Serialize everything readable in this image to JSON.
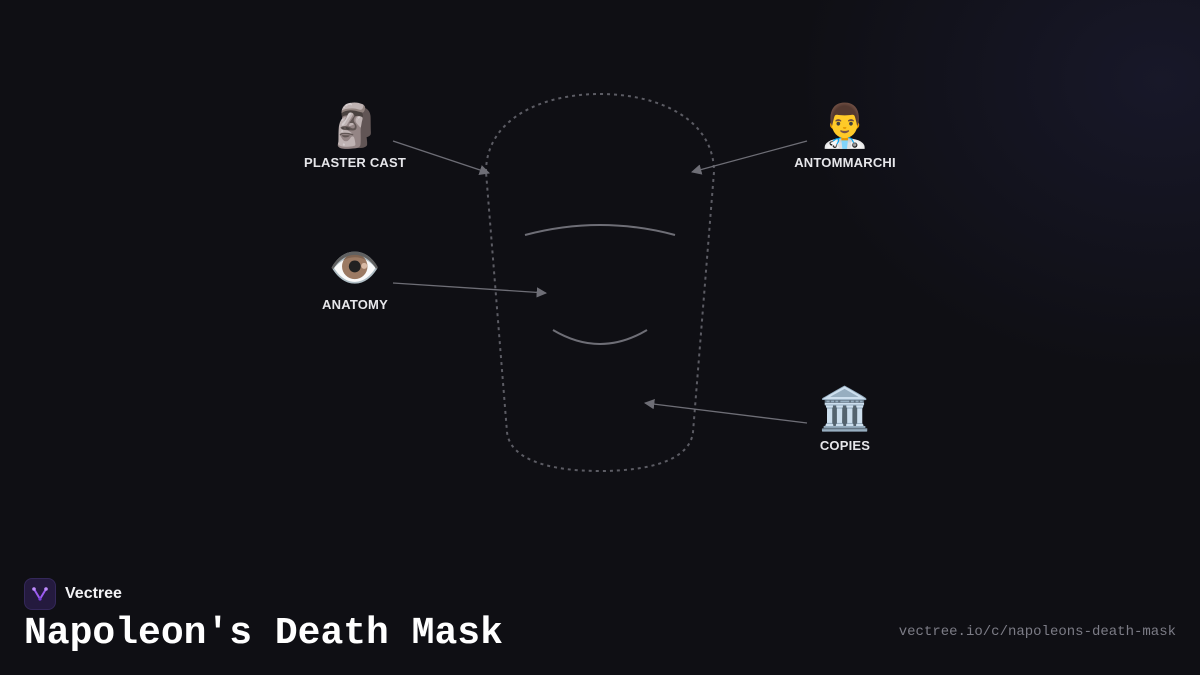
{
  "diagram": {
    "nodes": [
      {
        "id": "plaster-cast",
        "label": "PLASTER CAST",
        "emoji": "🗿",
        "icon": "moai-icon"
      },
      {
        "id": "antommarchi",
        "label": "ANTOMMARCHI",
        "emoji": "👨‍⚕️",
        "icon": "doctor-icon"
      },
      {
        "id": "anatomy",
        "label": "ANATOMY",
        "emoji": "👁️",
        "icon": "eye-icon"
      },
      {
        "id": "copies",
        "label": "COPIES",
        "emoji": "🏛️",
        "icon": "museum-icon"
      }
    ],
    "colors": {
      "background": "#0f0f14",
      "mask_outline": "#5c5c64",
      "arrow": "#6e6e76",
      "label_text": "#e6e6ea"
    }
  },
  "footer": {
    "brand_name": "Vectree",
    "brand_icon": "vectree-logo-icon",
    "title": "Napoleon's Death Mask",
    "url": "vectree.io/c/napoleons-death-mask"
  }
}
